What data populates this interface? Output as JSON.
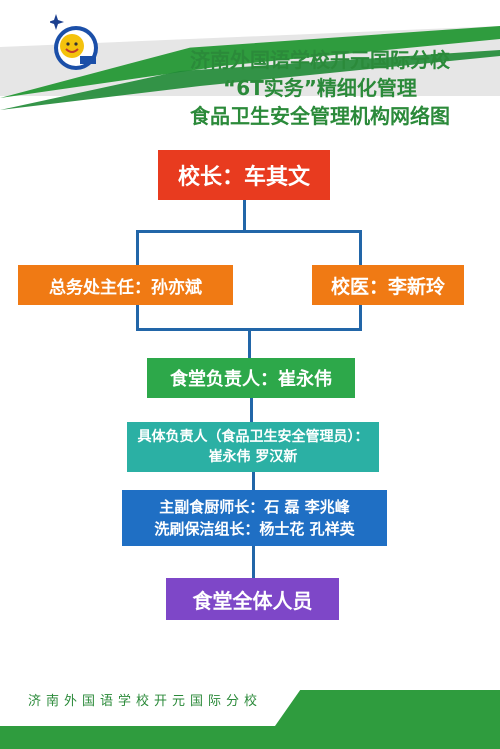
{
  "header": {
    "title_line1": "济南外国语学校开元国际分校",
    "title_line2": "“6T实务”精细化管理",
    "title_line3": "食品卫生安全管理机构网络图"
  },
  "nodes": {
    "principal": "校长：车其文",
    "logistics_director": "总务处主任：孙亦斌",
    "school_doctor": "校医：李新玲",
    "canteen_head": "食堂负责人：崔永伟",
    "specific_line1": "具体负责人（食品卫生安全管理员）：",
    "specific_line2": "崔永伟 罗汉新",
    "chefs_line1": "主副食厨师长：石 磊 李兆峰",
    "chefs_line2": "洗刷保洁组长：杨士花 孔祥英",
    "all_staff": "食堂全体人员"
  },
  "footer": {
    "text": "济南外国语学校开元国际分校"
  },
  "colors": {
    "principal": "#e83b1f",
    "orange": "#f07a14",
    "green": "#2da84a",
    "teal": "#2bb0a4",
    "blue": "#1f6fc4",
    "purple": "#7e47c8",
    "line": "#2266a8"
  }
}
